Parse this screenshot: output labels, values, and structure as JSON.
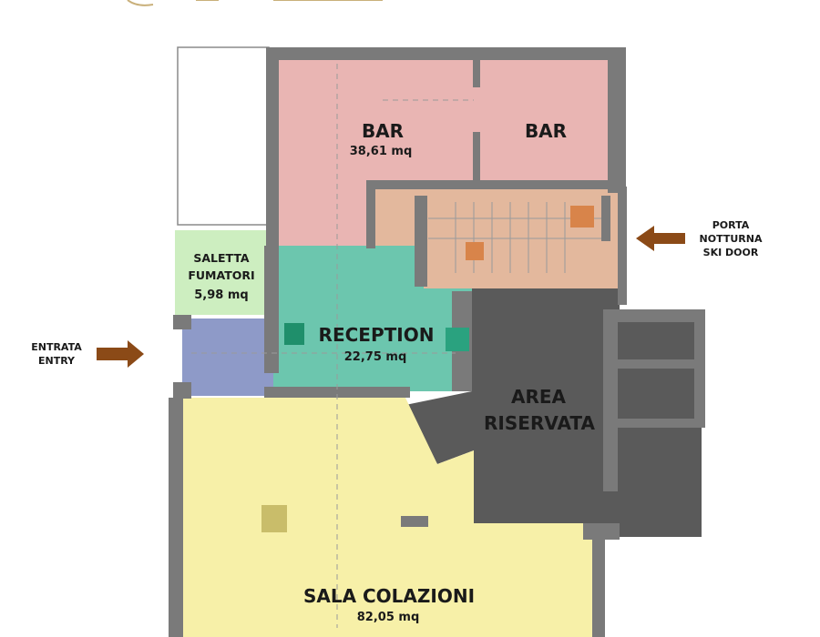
{
  "rooms": {
    "bar_left": {
      "name": "BAR",
      "area": "38,61 mq"
    },
    "bar_right": {
      "name": "BAR"
    },
    "saletta": {
      "name_line1": "SALETTA",
      "name_line2": "FUMATORI",
      "area": "5,98 mq"
    },
    "reception": {
      "name": "RECEPTION",
      "area": "22,75 mq"
    },
    "area_riservata": {
      "name_line1": "AREA",
      "name_line2": "RISERVATA"
    },
    "sala_colazioni": {
      "name": "SALA COLAZIONI",
      "area": "82,05 mq"
    }
  },
  "entrances": {
    "entry": {
      "line1": "ENTRATA",
      "line2": "ENTRY"
    },
    "ski_door": {
      "line1": "PORTA",
      "line2": "NOTTURNA",
      "line3": "SKI DOOR"
    }
  },
  "colors": {
    "bar": "#e9b5b3",
    "saletta": "#cdeec0",
    "reception": "#6cc6ae",
    "stairs": "#e3b89d",
    "riservata": "#5a5a5a",
    "sala": "#f7f0a8",
    "entry_hall": "#8e9ac8",
    "arrow": "#8b4a17",
    "walls": "#7a7a7a",
    "logo": "#c9b07a"
  }
}
